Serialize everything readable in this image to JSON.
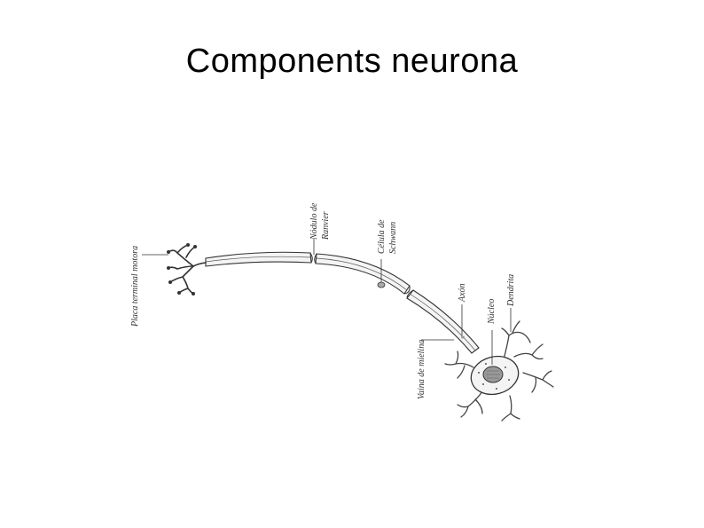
{
  "slide": {
    "title": "Components neurona"
  },
  "labels": {
    "placa": "Placa terminal motora",
    "nodulo_1": "Nódulo de",
    "nodulo_2": "Ranvier",
    "celula_1": "Célula de",
    "celula_2": "Schwann",
    "axon": "Axón",
    "nucleo": "Núcleo",
    "dendrita": "Dendrita",
    "vaina": "Vaina de mielina"
  },
  "colors": {
    "ink": "#333333",
    "fill": "#f4f4f4",
    "nucleus": "#999999"
  }
}
